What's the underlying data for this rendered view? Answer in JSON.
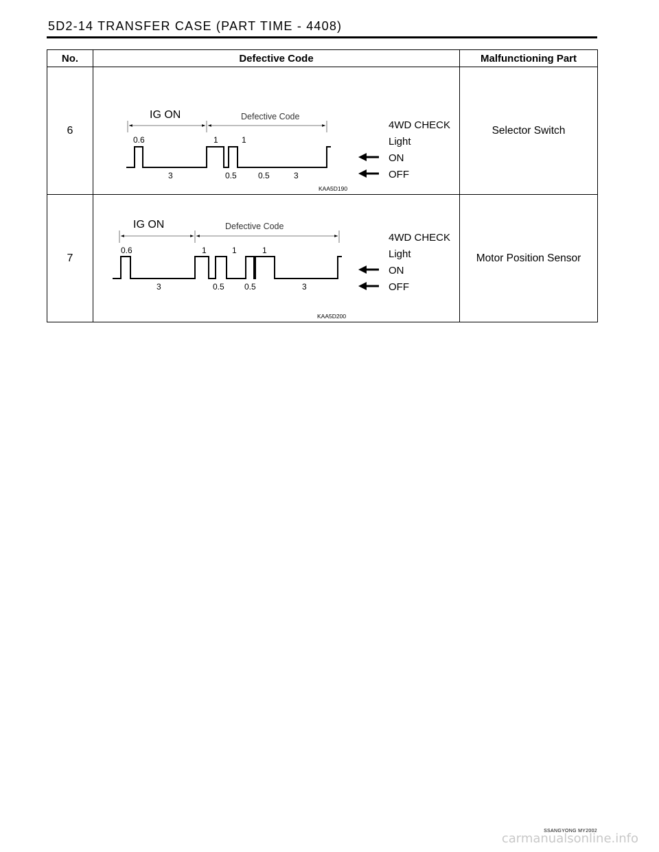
{
  "header": {
    "title": "5D2-14  TRANSFER CASE (PART TIME - 4408)"
  },
  "table": {
    "col_no": "No.",
    "col_code": "Defective Code",
    "col_part": "Malfunctioning Part",
    "rows": [
      {
        "no": "6",
        "part": "Selector Switch",
        "diagram": {
          "ig_label": "IG    ON",
          "code_label": "Defective Code",
          "top_labels": [
            "0.6",
            "1",
            "1"
          ],
          "bottom_labels": [
            "3",
            "0.5",
            "0.5",
            "3"
          ],
          "legend_title": "4WD CHECK",
          "legend_light": "Light",
          "legend_on": "ON",
          "legend_off": "OFF",
          "fig_id": "KAA5D190"
        }
      },
      {
        "no": "7",
        "part": "Motor Position Sensor",
        "diagram": {
          "ig_label": "IG    ON",
          "code_label": "Defective Code",
          "top_labels": [
            "0.6",
            "1",
            "1",
            "1"
          ],
          "bottom_labels": [
            "3",
            "0.5",
            "0.5",
            "3"
          ],
          "legend_title": "4WD CHECK",
          "legend_light": "Light",
          "legend_on": "ON",
          "legend_off": "OFF",
          "fig_id": "KAA5D200"
        }
      }
    ]
  },
  "footer": {
    "text": "SSANGYONG  MY2002"
  },
  "watermark": "carmanualsonline.info"
}
